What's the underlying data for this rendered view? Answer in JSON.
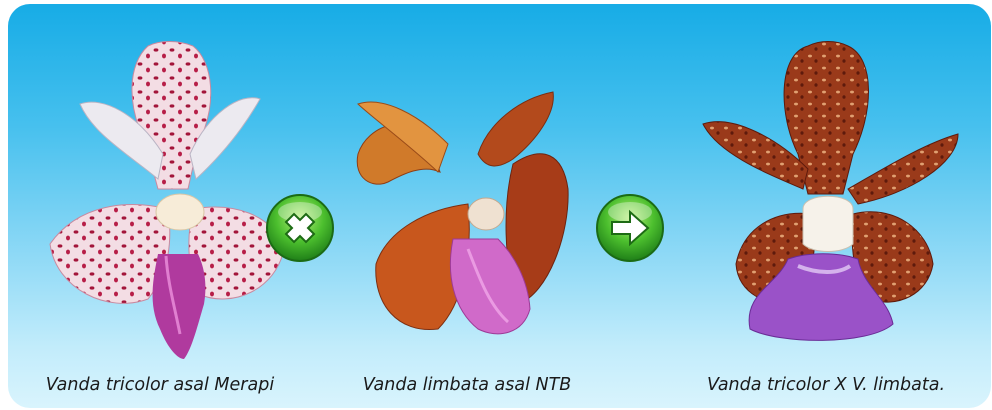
{
  "captions": {
    "parent1": "Vanda tricolor asal Merapi",
    "parent2": "Vanda limbata asal NTB",
    "hybrid": "Vanda tricolor X V. limbata."
  },
  "icons": {
    "cross": "multiply-x-icon",
    "result": "arrow-right-icon"
  },
  "colors": {
    "background_top": "#17ace6",
    "background_bottom": "#d9f4fd",
    "button_green": "#39b54a",
    "tricolor_petal": "#f3dde4",
    "tricolor_spot": "#a3153a",
    "limbata_petal": "#c4561f",
    "hybrid_petal": "#8a2c14",
    "lip_purple": "#b05ac4"
  }
}
